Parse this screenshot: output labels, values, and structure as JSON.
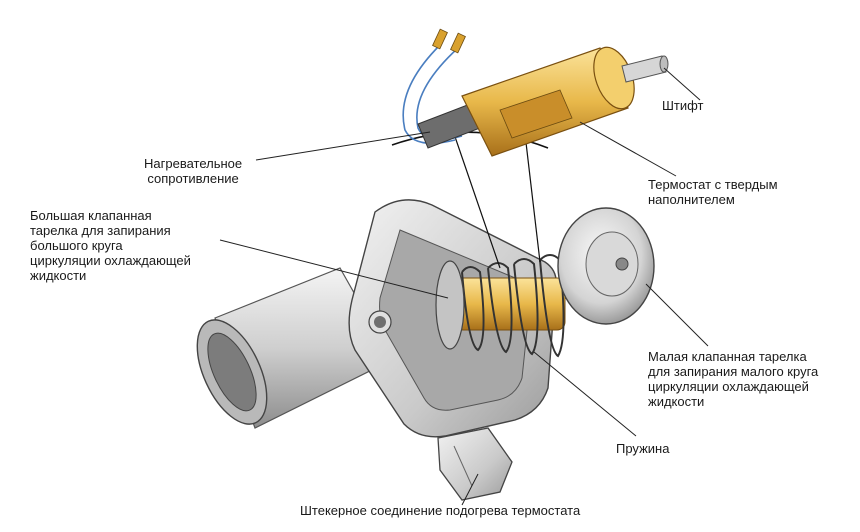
{
  "labels": {
    "pin": "Штифт",
    "heater": "Нагревательное\nсопротивление",
    "thermostat": "Термостат с твердым\nнаполнителем",
    "large_valve": "Большая клапанная\nтарелка для запирания\nбольшого круга\nциркуляции охлаждающей\nжидкости",
    "small_valve": "Малая клапанная тарелка\nдля запирания малого круга\nциркуляции охлаждающей\nжидкости",
    "spring": "Пружина",
    "connector": "Штекерное соединение подогрева термостата"
  },
  "colors": {
    "metal_light": "#eeeeee",
    "metal_mid": "#c8c8c8",
    "metal_dark": "#8a8a8a",
    "brass": "#e8b84a",
    "brass_dark": "#b07a1a",
    "wire_blue": "#4a7ec0",
    "line": "#222222"
  }
}
